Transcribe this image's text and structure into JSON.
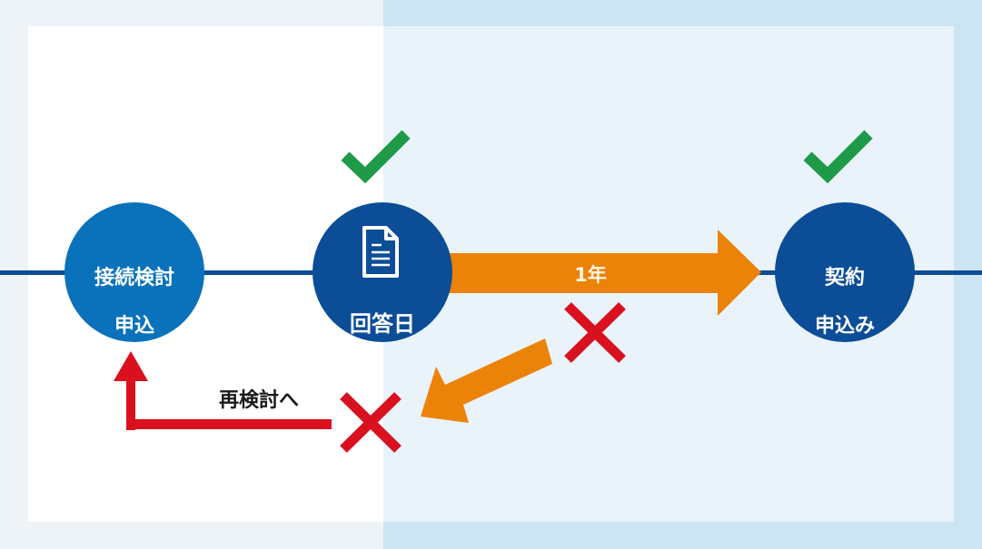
{
  "diagram": {
    "colors": {
      "outer_left_bg": "#eef3f8",
      "outer_right_bg": "#cde4f3",
      "panel_left_bg": "#ffffff",
      "panel_right_bg": "#e9f3f9",
      "timeline": "#0d4c96",
      "node_light_blue": "#0a72bb",
      "node_dark_blue": "#0c4d97",
      "arrow_orange": "#ec8309",
      "check_green": "#1e9a48",
      "cross_red": "#d9101e",
      "return_arrow_red": "#d9101e",
      "label_dark": "#1a1a1a"
    },
    "nodes": [
      {
        "id": "application",
        "label_line1": "接続検討",
        "label_line2": "申込",
        "check": false
      },
      {
        "id": "answer-date",
        "icon": "document-icon",
        "label_line1": "回答日",
        "check": true
      },
      {
        "id": "contract",
        "label_line1": "契約",
        "label_line2": "申込み",
        "check": true
      }
    ],
    "arrows": {
      "forward": {
        "label": "1年"
      },
      "return": {
        "label": "再検討へ"
      }
    },
    "marks": {
      "checks": [
        "check-above-answer-date",
        "check-above-contract"
      ],
      "crosses": [
        "cross-below-forward-arrow",
        "cross-at-return-start"
      ]
    }
  }
}
